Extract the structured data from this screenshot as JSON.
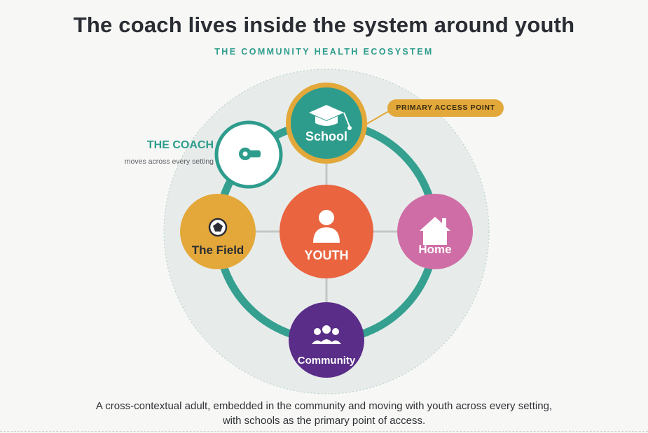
{
  "title": "The coach lives inside the system around youth",
  "subtitle": "THE COMMUNITY HEALTH ECOSYSTEM",
  "badge": "PRIMARY ACCESS POINT",
  "coach": {
    "title": "THE COACH",
    "subtitle": "moves across every setting",
    "icon": "whistle-icon"
  },
  "nodes": {
    "youth": {
      "label": "YOUTH",
      "icon": "person-icon",
      "color": "#e9643f"
    },
    "school": {
      "label": "School",
      "icon": "graduation-cap-icon",
      "color": "#2e9c8c"
    },
    "home": {
      "label": "Home",
      "icon": "house-icon",
      "color": "#cf6ea6"
    },
    "field": {
      "label": "The Field",
      "icon": "soccer-ball-icon",
      "color": "#e4a83a"
    },
    "community": {
      "label": "Community",
      "icon": "people-group-icon",
      "color": "#5a2d88"
    }
  },
  "colors": {
    "ring": "#35a08f",
    "accent": "#e2a83a",
    "halo": "#e7eceb"
  },
  "caption": {
    "line1": "A cross-contextual adult, embedded in the community and moving with youth across every setting,",
    "line2": "with schools as the primary point of access."
  }
}
